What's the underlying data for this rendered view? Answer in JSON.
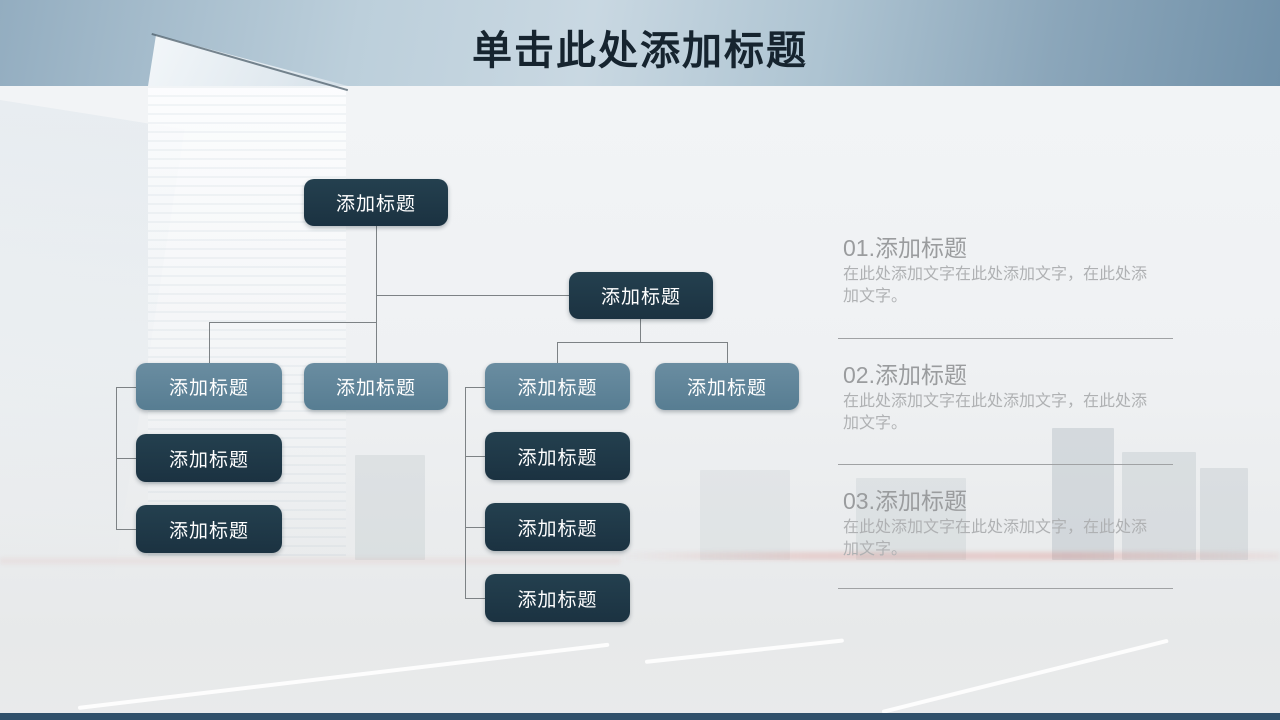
{
  "header": {
    "title": "单击此处添加标题"
  },
  "org_chart": {
    "nodes": [
      {
        "id": "root",
        "level": 1,
        "style": "dark",
        "label": "添加标题"
      },
      {
        "id": "branch",
        "level": 2,
        "style": "dark",
        "label": "添加标题"
      },
      {
        "id": "a",
        "level": 3,
        "style": "light",
        "label": "添加标题"
      },
      {
        "id": "b",
        "level": 3,
        "style": "light",
        "label": "添加标题"
      },
      {
        "id": "c",
        "level": 3,
        "style": "light",
        "label": "添加标题"
      },
      {
        "id": "d",
        "level": 3,
        "style": "light",
        "label": "添加标题"
      },
      {
        "id": "a1",
        "level": 4,
        "style": "dark",
        "label": "添加标题"
      },
      {
        "id": "a2",
        "level": 4,
        "style": "dark",
        "label": "添加标题"
      },
      {
        "id": "c1",
        "level": 4,
        "style": "dark",
        "label": "添加标题"
      },
      {
        "id": "c2",
        "level": 4,
        "style": "dark",
        "label": "添加标题"
      },
      {
        "id": "c3",
        "level": 4,
        "style": "dark",
        "label": "添加标题"
      }
    ]
  },
  "panel": {
    "sections": [
      {
        "heading": "01.添加标题",
        "body": "在此处添加文字在此处添加文字，在此处添加文字。"
      },
      {
        "heading": "02.添加标题",
        "body": "在此处添加文字在此处添加文字，在此处添加文字。"
      },
      {
        "heading": "03.添加标题",
        "body": "在此处添加文字在此处添加文字，在此处添加文字。"
      }
    ]
  },
  "colors": {
    "dark_node": "#1f3747",
    "light_node": "#5f8296",
    "header_title": "#16242f",
    "connector": "#7d8285",
    "panel_heading": "#9a9c9e",
    "panel_body": "#afb1b3",
    "footer_bar": "#30506a"
  }
}
